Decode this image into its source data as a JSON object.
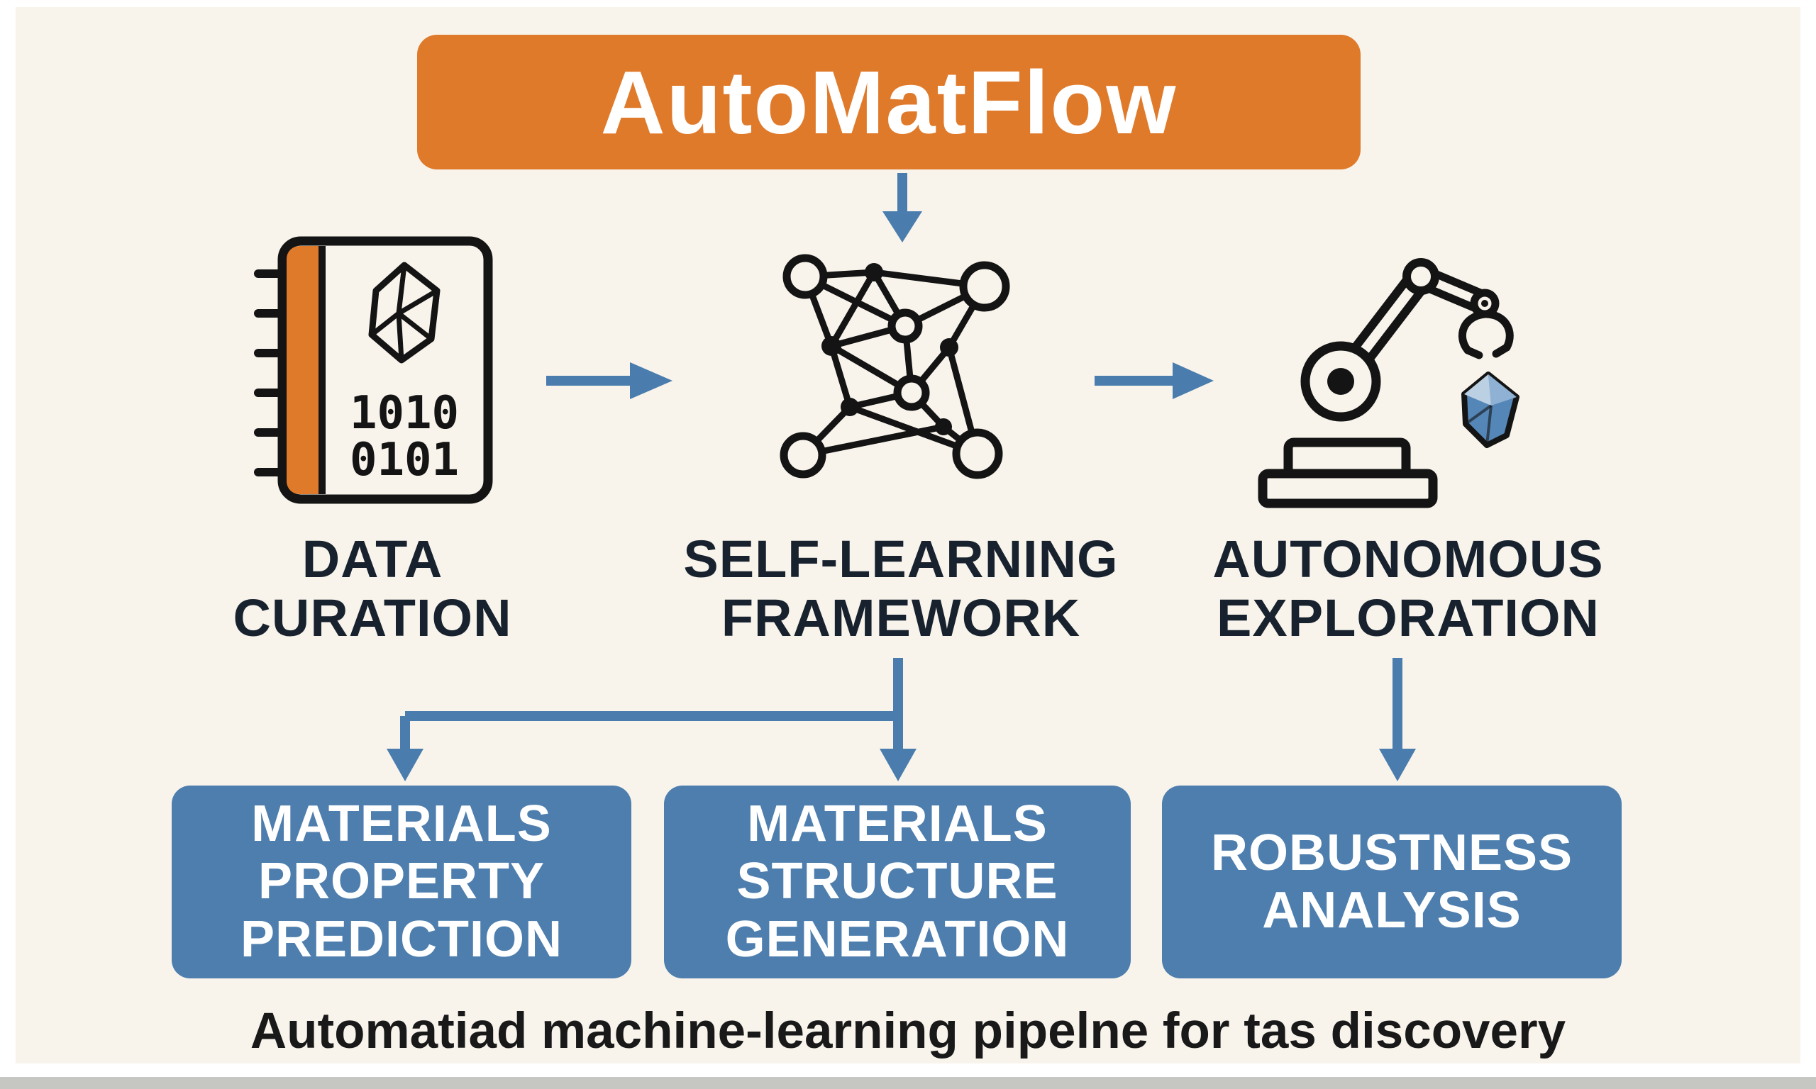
{
  "title": "AutoMatFlow",
  "stages": [
    {
      "name": "data-curation",
      "label": "DATA\nCURATION",
      "icon": "notebook-binary-icon"
    },
    {
      "name": "self-learning-framework",
      "label": "SELF-LEARNING\nFRAMEWORK",
      "icon": "neural-network-icon"
    },
    {
      "name": "autonomous-exploration",
      "label": "AUTONOMOUS\nEXPLORATION",
      "icon": "robot-arm-crystal-icon"
    }
  ],
  "notebook": {
    "binary_line1": "1010",
    "binary_line2": "0101"
  },
  "outputs": [
    {
      "name": "materials-property-prediction",
      "label": "MATERIALS\nPROPERTY\nPREDICTION"
    },
    {
      "name": "materials-structure-generation",
      "label": "MATERIALS\nSTRUCTURE\nGENERATION"
    },
    {
      "name": "robustness-analysis",
      "label": "ROBUSTNESS\nANALYSIS"
    }
  ],
  "caption": "Automatiad machine-learning pipelne for tas discovery",
  "colors": {
    "background": "#f8f4ec",
    "banner_orange": "#e07a2b",
    "arrow_blue": "#4a7dad",
    "box_blue": "#4d7eae",
    "text_dark": "#18222e",
    "caption_dark": "#191919",
    "icon_ink": "#141414",
    "crystal_blue": "#5586b8",
    "crystal_light": "#8fb2d4",
    "crystal_lighter": "#bcd0e4"
  }
}
